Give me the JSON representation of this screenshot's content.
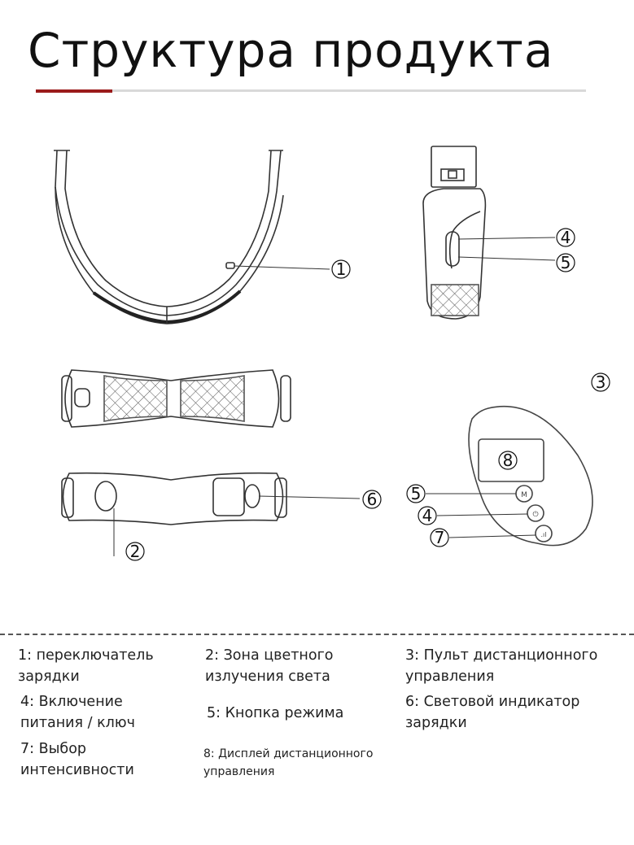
{
  "title": "Структура продукта",
  "callouts": {
    "c1": "1",
    "c2": "2",
    "c3": "3",
    "c4a": "4",
    "c4b": "4",
    "c5a": "5",
    "c5b": "5",
    "c6": "6",
    "c7": "7",
    "c8": "8"
  },
  "legend": {
    "l1": "1: переключатель\nзарядки",
    "l2": "2: Зона цветного\nизлучения света",
    "l3": "3: Пульт дистанционного\nуправления",
    "l4": "4: Включение\nпитания / ключ",
    "l5": "5: Кнопка режима",
    "l6": "6: Световой индикатор\nзарядки",
    "l7": "7: Выбор\nинтенсивности",
    "l8": "8: Дисплей дистанционного\nуправления"
  },
  "colors": {
    "accent": "#9b1b1b",
    "rule": "#d9d9d9",
    "line": "#333333"
  }
}
